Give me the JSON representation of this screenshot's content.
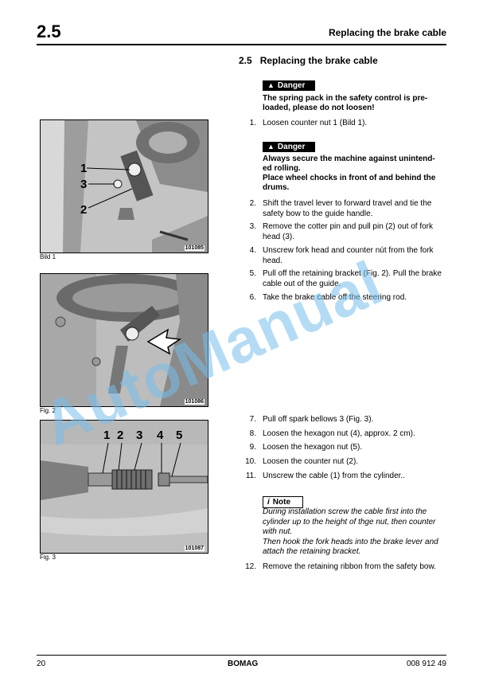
{
  "header": {
    "section_number": "2.5",
    "title": "Replacing the brake cable"
  },
  "section": {
    "number": "2.5",
    "title": "Replacing the brake cable"
  },
  "danger_label": "Danger",
  "note_label": "Note",
  "danger1": "The spring pack in the safety control is pre-loaded, please do not loosen!",
  "danger2": [
    "Always secure the machine against unintend-ed rolling.",
    "Place wheel chocks in front of and behind the drums."
  ],
  "steps": [
    {
      "n": "1.",
      "text": "Loosen counter nut 1 (Bild 1)."
    },
    {
      "n": "2.",
      "text": "Shift the travel lever to forward travel and tie the safety bow to the guide handle."
    },
    {
      "n": "3.",
      "text": "Remove the cotter pin and pull pin (2) out of fork head (3)."
    },
    {
      "n": "4.",
      "text": "Unscrew fork head and counter nút from the fork head."
    },
    {
      "n": "5.",
      "text": "Pull off the retaining bracket (Fig. 2). Pull the brake cable out of the guide."
    },
    {
      "n": "6.",
      "text": "Take the brake cable off the steering rod."
    },
    {
      "n": "7.",
      "text": "Pull off spark bellows 3 (Fig. 3)."
    },
    {
      "n": "8.",
      "text": "Loosen the hexagon nut (4), approx. 2 cm)."
    },
    {
      "n": "9.",
      "text": "Loosen the hexagon nut (5)."
    },
    {
      "n": "10.",
      "text": "Loosen the counter nut (2)."
    },
    {
      "n": "11.",
      "text": "Unscrew the cable (1) from the cylinder.."
    },
    {
      "n": "12.",
      "text": "Remove the retaining ribbon from the safety bow."
    }
  ],
  "note_text": [
    "During installation screw the cable first into the cylinder up to the height of thge nut, then counter with nut.",
    "Then hook the fork heads into the brake lever and attach the retaining bracket."
  ],
  "figures": [
    {
      "caption": "Bild 1",
      "id": "101085",
      "labels": [
        "1",
        "3",
        "2"
      ]
    },
    {
      "caption": "Fig. 2",
      "id": "101086"
    },
    {
      "caption": "Fig. 3",
      "id": "101087",
      "labels": [
        "1",
        "2",
        "3",
        "4",
        "5"
      ]
    }
  ],
  "watermark": "AutoManual",
  "footer": {
    "page": "20",
    "brand": "BOMAG",
    "doc_number": "008 912 49"
  }
}
